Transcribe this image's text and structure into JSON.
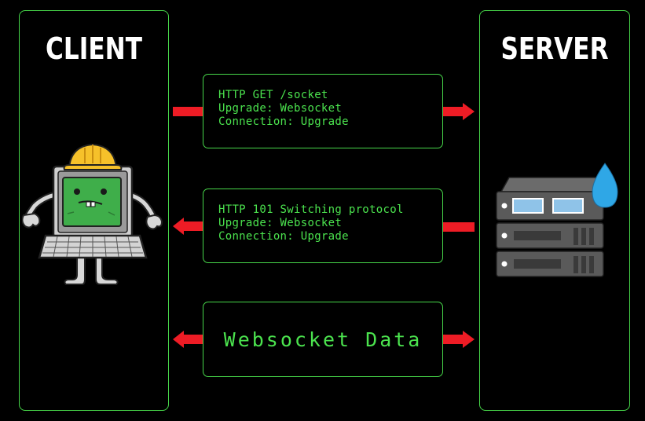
{
  "client": {
    "title": "CLIENT"
  },
  "server": {
    "title": "SERVER"
  },
  "messages": {
    "request": {
      "lines": [
        "HTTP GET /socket",
        "Upgrade: Websocket",
        "Connection: Upgrade"
      ]
    },
    "response": {
      "lines": [
        "HTTP 101 Switching protocol",
        "Upgrade: Websocket",
        "Connection: Upgrade"
      ]
    },
    "data": {
      "label": "Websocket Data"
    }
  },
  "colors": {
    "accent_green": "#47d74a",
    "arrow_red": "#ee1c25",
    "background": "#000000"
  },
  "icons": {
    "client": "robot-computer-with-hardhat-icon",
    "server": "server-rack-with-drop-icon"
  }
}
